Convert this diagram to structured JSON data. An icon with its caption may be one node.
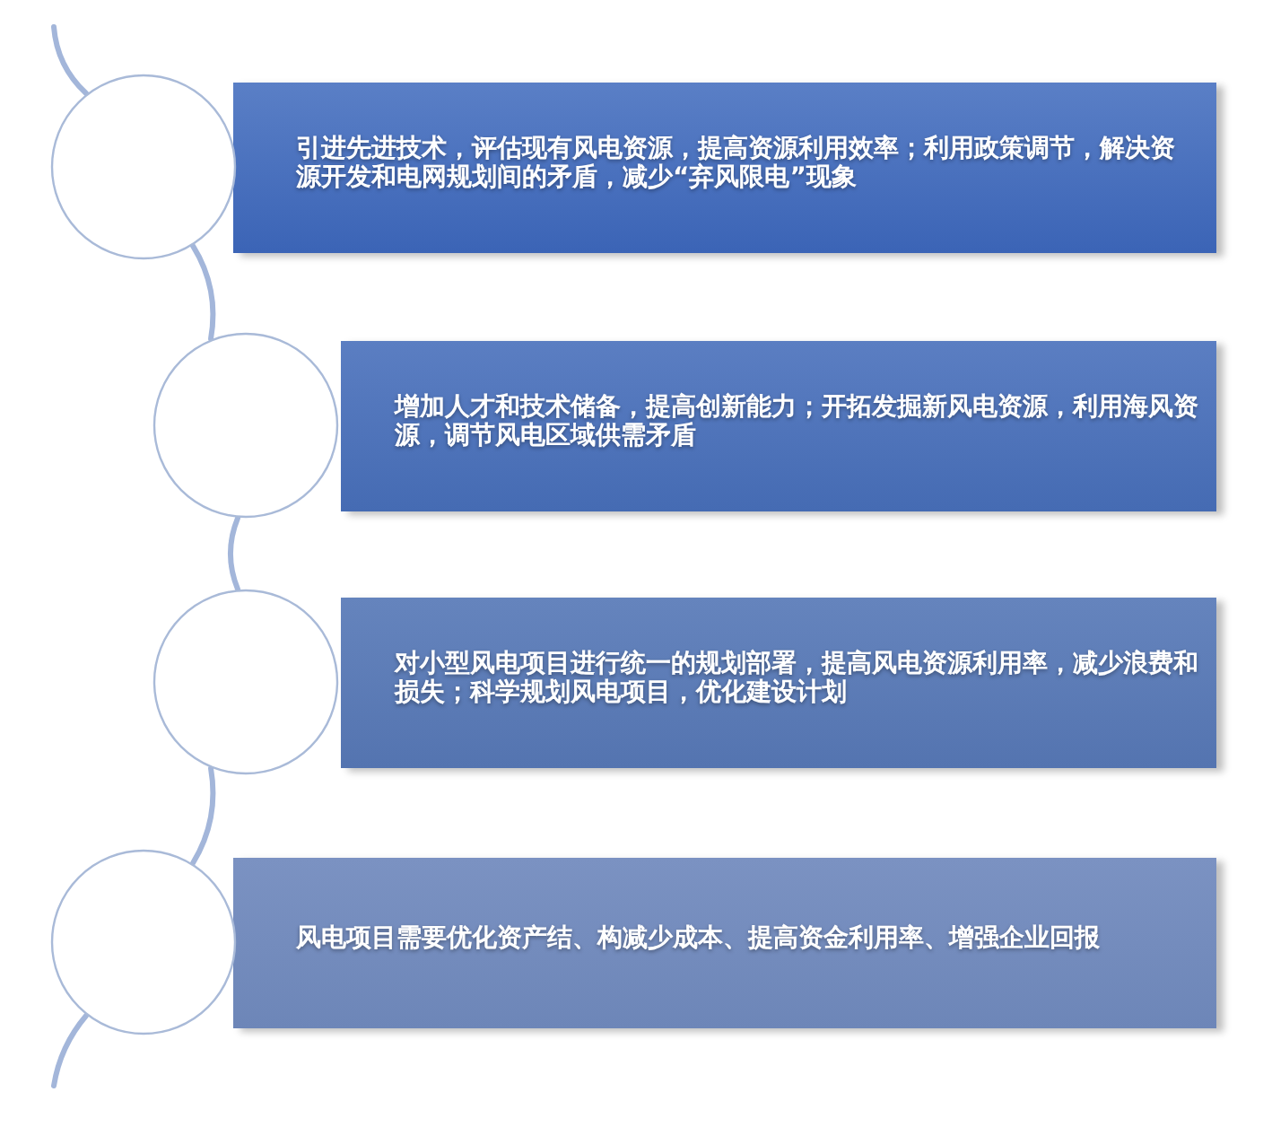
{
  "diagram": {
    "nodes": [
      {
        "text": [],
        "shape": "circle"
      },
      {
        "text": [
          "引进先进技术，评估现有风电资源，提高资源利用效率；利用政策调节，解决资源开发和电网规划间的矛盾，减少“弃风限电”现象"
        ]
      },
      {
        "text": [],
        "shape": "circle"
      },
      {
        "text": [
          "增加人才和技术储备，提高创新能力；开拓发掘新风电资源，利用海风资源，调节风电区域供需矛盾"
        ]
      },
      {
        "text": [],
        "shape": "circle"
      },
      {
        "text": [
          "对小型风电项目进行统一的规划部署，提高风电资源利用率，减少浪费和损失；科学规划风电项目，优化建设计划"
        ]
      },
      {
        "text": [],
        "shape": "circle"
      },
      {
        "text": [
          "风电项目需要优化资产结、构减少成本、提高资金利用率、增强企业回报"
        ]
      }
    ],
    "edges": [
      {
        "from": null,
        "to": 0,
        "arrow": "none"
      },
      {
        "from": 0,
        "to": 2,
        "arrow": "none"
      },
      {
        "from": 2,
        "to": 4,
        "arrow": "none"
      },
      {
        "from": 4,
        "to": 6,
        "arrow": "none"
      },
      {
        "from": 6,
        "to": null,
        "arrow": "none"
      }
    ]
  }
}
